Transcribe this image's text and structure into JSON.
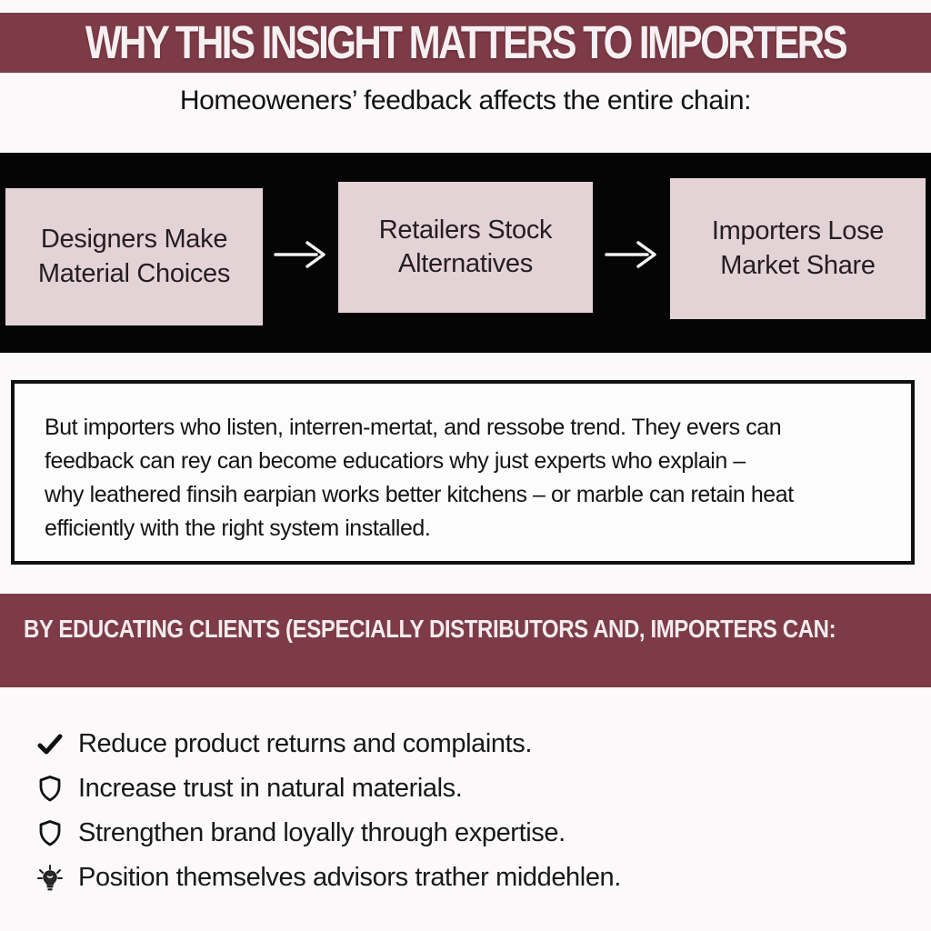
{
  "colors": {
    "maroon": "#7c3b47",
    "band_black": "#050505",
    "pink_box": "#e4d3d6",
    "page_bg": "#fbf9f9"
  },
  "header": {
    "title": "WHY THIS INSIGHT MATTERS TO IMPORTERS"
  },
  "subtitle": "Homeoweners’ feedback affects the entire chain:",
  "flow": {
    "boxes": [
      {
        "label": "Designers Make Material Choices"
      },
      {
        "label": "Retailers Stock Alternatives"
      },
      {
        "label": "Importers Lose Market Share"
      }
    ],
    "arrow_icon": "right-arrow"
  },
  "insight_box": {
    "lines": [
      "But importers who listen, interren-mertat, and ressobe trend. They evers can",
      "feedback can rey can become educatiors why just experts who explain –",
      "why leathered finsih earpian works better kitchens – or marble can retain heat",
      "efficiently with the right system installed."
    ]
  },
  "education_banner": {
    "title": "BY EDUCATING CLIENTS (ESPECIALLY DISTRIBUTORS AND, IMPORTERS CAN:"
  },
  "benefits": [
    {
      "icon": "check-icon",
      "text": "Reduce product returns and complaints."
    },
    {
      "icon": "shield-icon",
      "text": "Increase trust in natural materials."
    },
    {
      "icon": "shield-icon",
      "text": "Strengthen brand loyally through expertise."
    },
    {
      "icon": "lightbulb-icon",
      "text": "Position themselves advisors trather middehlen."
    }
  ]
}
